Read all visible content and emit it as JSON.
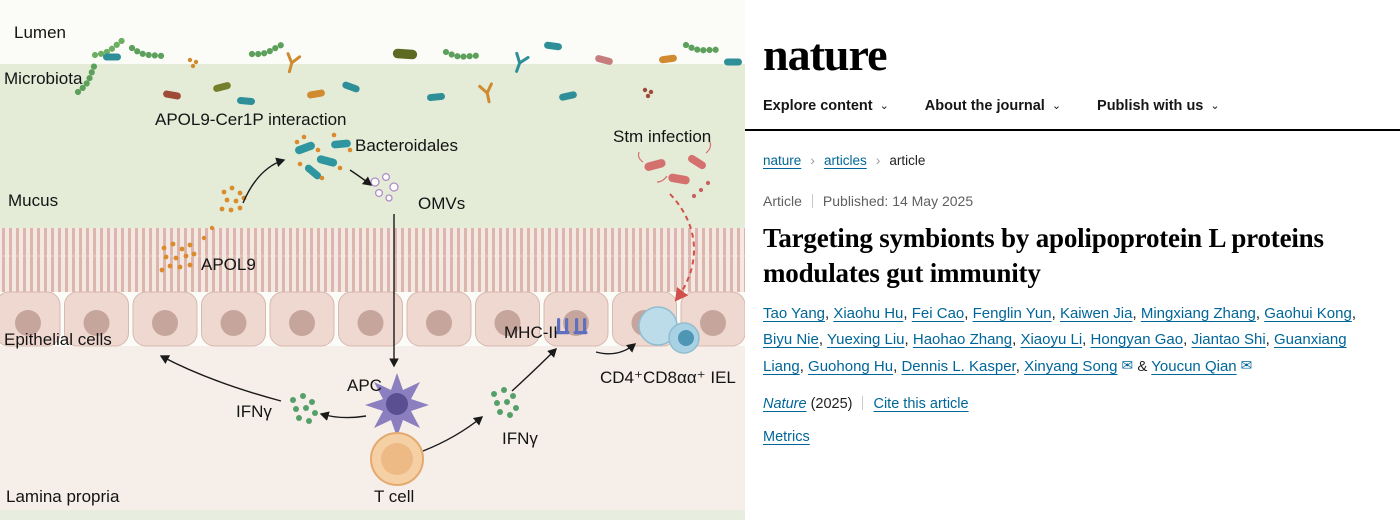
{
  "figure": {
    "labels": {
      "lumen": "Lumen",
      "microbiota": "Microbiota",
      "interaction": "APOL9-Cer1P interaction",
      "bacteroidales": "Bacteroidales",
      "stm": "Stm infection",
      "mucus": "Mucus",
      "omvs": "OMVs",
      "apol9": "APOL9",
      "epithelial": "Epithelial cells",
      "mhc2": "MHC-II",
      "iel": "CD4⁺CD8αα⁺ IEL",
      "ifng_left": "IFNγ",
      "apc": "APC",
      "ifng_right": "IFNγ",
      "tcell": "T cell",
      "lamina": "Lamina propria"
    }
  },
  "site": {
    "logo": "nature",
    "icons": {
      "chevron_down": "⌄",
      "breadcrumb_separator": "›",
      "envelope": "✉"
    },
    "nav": [
      {
        "label": "Explore content"
      },
      {
        "label": "About the journal"
      },
      {
        "label": "Publish with us"
      }
    ],
    "breadcrumb": [
      {
        "label": "nature"
      },
      {
        "label": "articles"
      },
      {
        "label": "article"
      }
    ],
    "article": {
      "type_label": "Article",
      "published_label": "Published:",
      "published_date": "14 May 2025",
      "title": "Targeting symbionts by apolipoprotein L proteins modulates gut immunity",
      "authors": [
        {
          "name": "Tao Yang"
        },
        {
          "name": "Xiaohu Hu"
        },
        {
          "name": "Fei Cao"
        },
        {
          "name": "Fenglin Yun"
        },
        {
          "name": "Kaiwen Jia"
        },
        {
          "name": "Mingxiang Zhang"
        },
        {
          "name": "Gaohui Kong"
        },
        {
          "name": "Biyu Nie"
        },
        {
          "name": "Yuexing Liu"
        },
        {
          "name": "Haohao Zhang"
        },
        {
          "name": "Xiaoyu Li"
        },
        {
          "name": "Hongyan Gao"
        },
        {
          "name": "Jiantao Shi"
        },
        {
          "name": "Guanxiang Liang"
        },
        {
          "name": "Guohong Hu"
        },
        {
          "name": "Dennis L. Kasper"
        },
        {
          "name": "Xinyang Song",
          "corresponding": true
        },
        {
          "name": "Youcun Qian",
          "corresponding": true
        }
      ],
      "journal_name": "Nature",
      "journal_year": "(2025)",
      "cite_label": "Cite this article",
      "metrics_label": "Metrics"
    },
    "colors": {
      "link": "#006699",
      "rule": "#000000"
    }
  }
}
